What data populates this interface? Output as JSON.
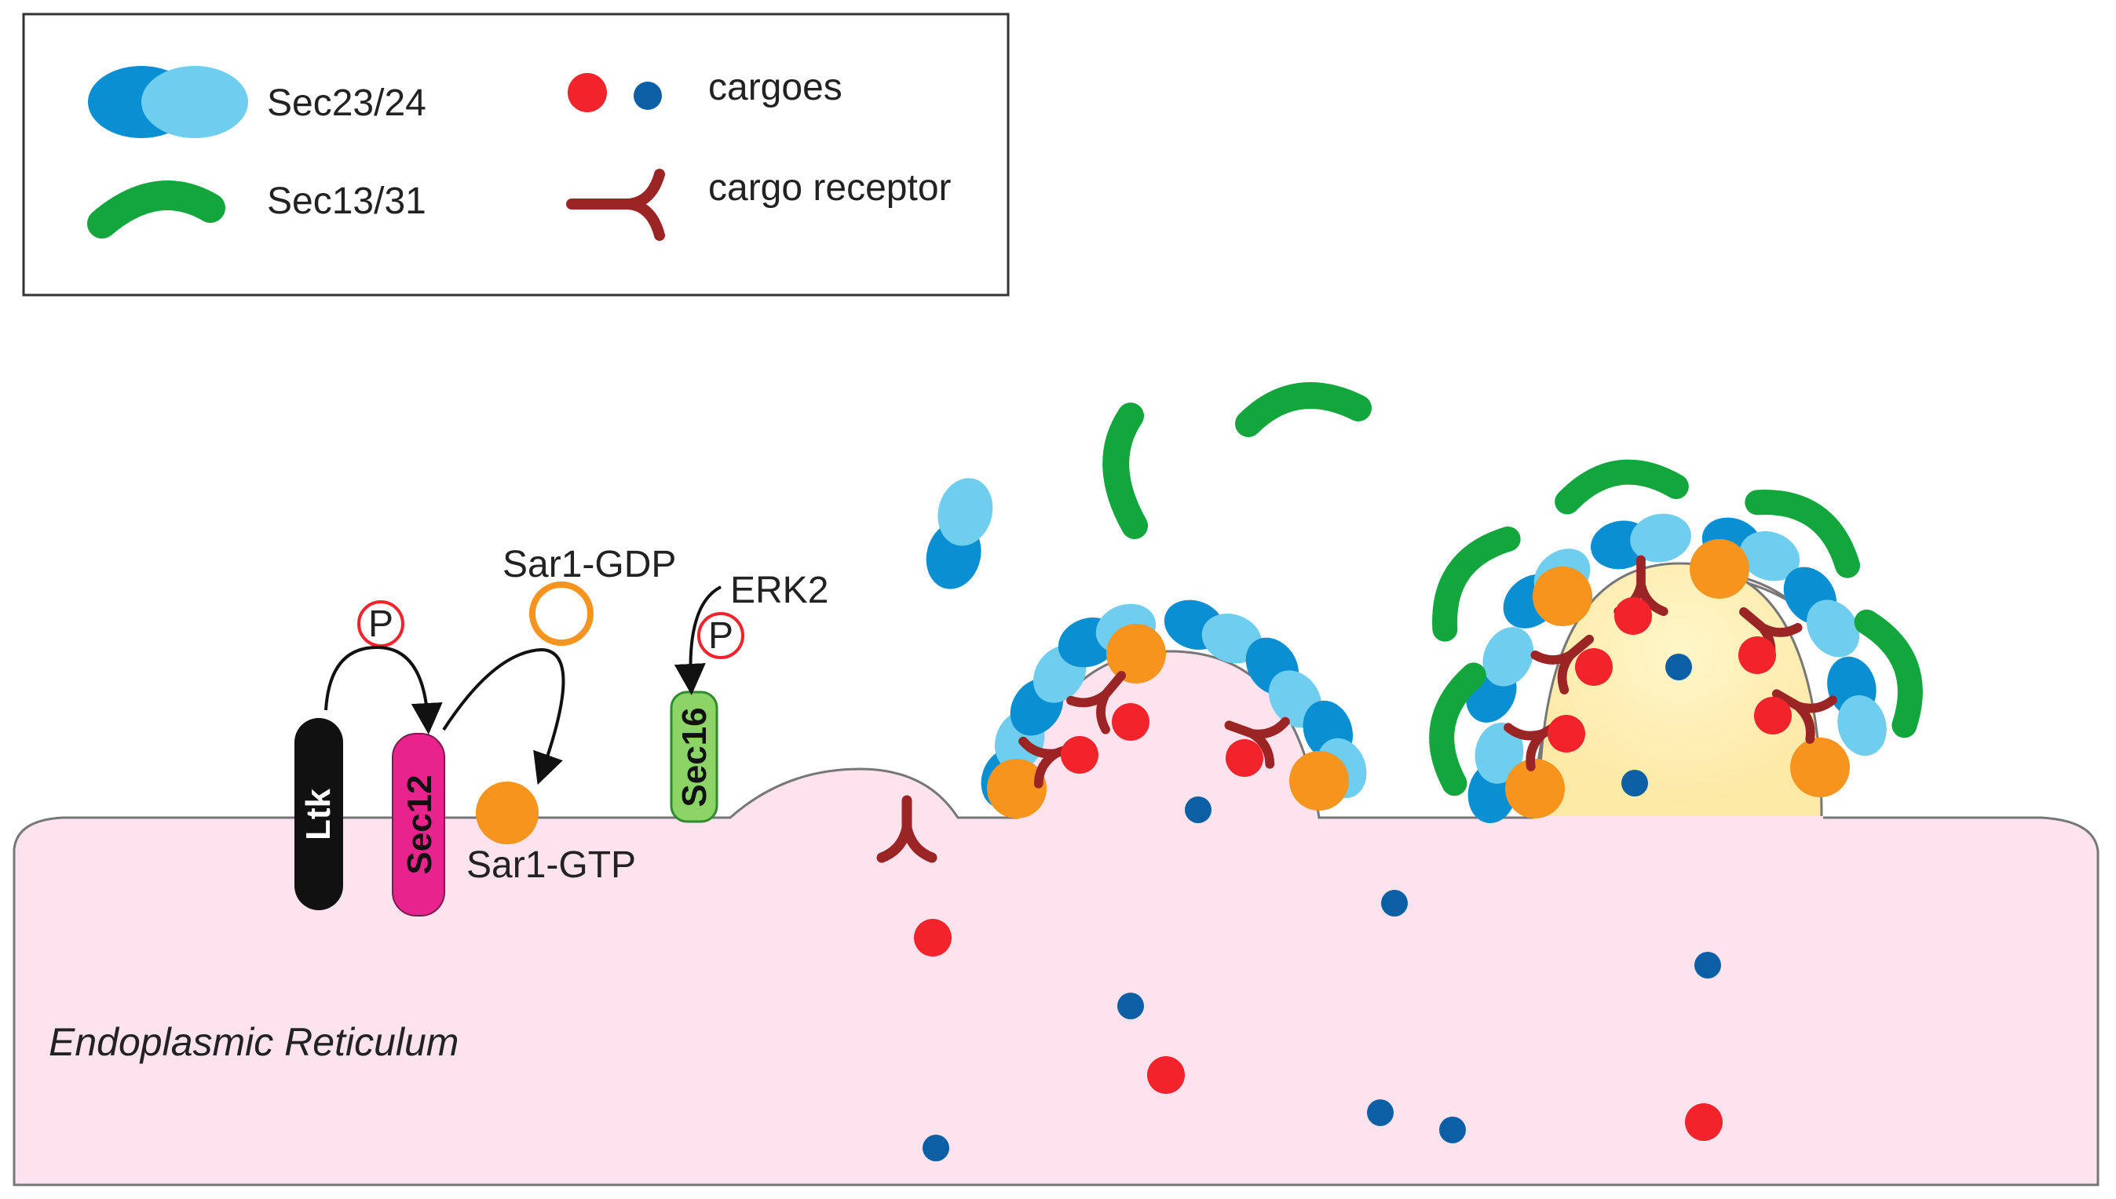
{
  "legend": {
    "sec23_24": "Sec23/24",
    "sec13_31": "Sec13/31",
    "cargoes": "cargoes",
    "cargo_receptor": "cargo receptor"
  },
  "labels": {
    "ltk": "Ltk",
    "sec12": "Sec12",
    "sec16": "Sec16",
    "sar1_gdp": "Sar1-GDP",
    "sar1_gtp": "Sar1-GTP",
    "erk2": "ERK2",
    "phospho": "P",
    "er": "Endoplasmic Reticulum"
  },
  "colors": {
    "sec23": "#0a8fd2",
    "sec24": "#6fcdee",
    "sec13_31": "#13a63c",
    "cargo_red": "#f2232b",
    "cargo_blue": "#0b5fa5",
    "receptor": "#9b2525",
    "sar1": "#f7941d",
    "ltk": "#111111",
    "sec12": "#e8238e",
    "sec16": "#8cd465",
    "er_fill": "#fde3ee",
    "vesicle_fill": "#fdf0b4"
  }
}
